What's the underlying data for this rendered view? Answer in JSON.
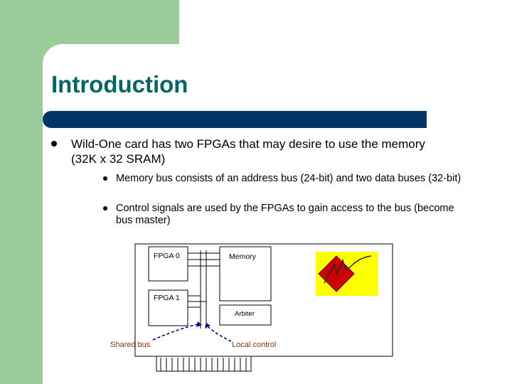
{
  "slide": {
    "title": "Introduction",
    "bullet": "Wild-One card has two FPGAs that may desire to use the memory (32K x 32 SRAM)",
    "sub_bullets": [
      "Memory bus consists of an address bus (24-bit) and two data buses (32-bit)",
      "Control signals are used by the FPGAs to gain access to the bus (become bus master)"
    ]
  },
  "diagram": {
    "fpga0": "FPGA 0",
    "fpga1": "FPGA 1",
    "memory": "Memory",
    "arbiter": "Arbiter",
    "shared_bus": "Shared bus",
    "local_control": "Local control",
    "logo": {
      "background": "#ffff00",
      "diamond": "#cc0000"
    }
  },
  "colors": {
    "sidebar": "#99cc99",
    "title": "#006666",
    "title_bar": "#003366"
  }
}
